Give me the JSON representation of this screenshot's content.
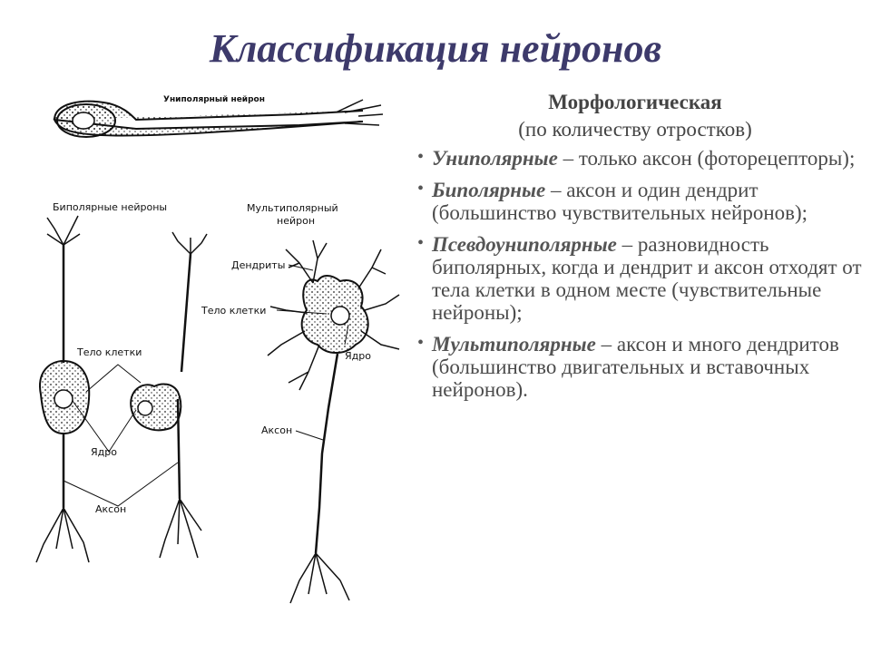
{
  "title": "Классификация нейронов",
  "section": {
    "heading": "Морфологическая",
    "note": "(по количеству отростков)"
  },
  "items": [
    {
      "term": "Униполярные",
      "text": " – только аксон (фоторецепторы);"
    },
    {
      "term": "Биполярные",
      "text": " – аксон и один дендрит (большинство чувствительных нейронов);"
    },
    {
      "term": "Псевдоуниполярные",
      "text": " – разновидность биполярных, когда и дендрит и аксон отходят от тела клетки в одном месте (чувствительные нейроны);"
    },
    {
      "term": "Мультиполярные",
      "text": " – аксон и много дендритов (большинство двигательных и вставочных нейронов)."
    }
  ],
  "diagram": {
    "unipolar": "Униполярный нейрон",
    "bipolar": "Биполярные нейроны",
    "multipolar_1": "Мультиполярный",
    "multipolar_2": "нейрон",
    "dendrites": "Дендриты",
    "cell_body_multi": "Тело клетки",
    "cell_body": "Тело клетки",
    "nucleus_multi": "Ядро",
    "nucleus": "Ядро",
    "axon_multi": "Аксон",
    "axon": "Аксон"
  },
  "bullet_char": "•"
}
